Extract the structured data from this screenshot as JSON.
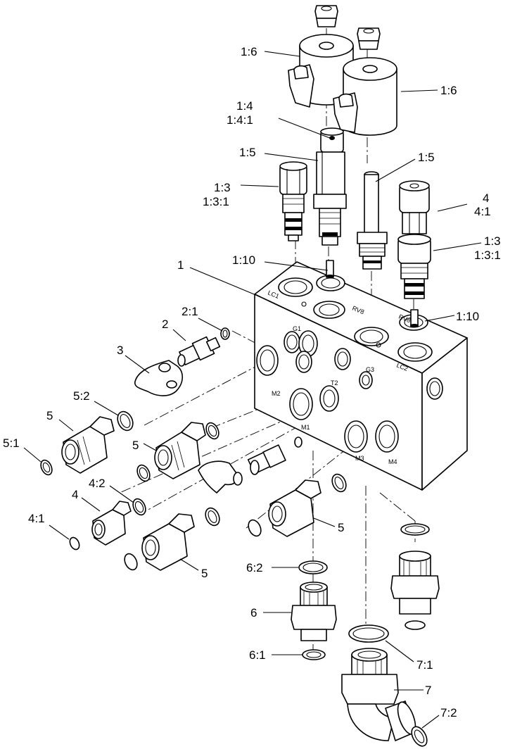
{
  "callouts": {
    "c_1_6_a": "1:6",
    "c_1_6_b": "1:6",
    "c_1_4": "1:4",
    "c_1_4_1": "1:4:1",
    "c_1_5_a": "1:5",
    "c_1_5_b": "1:5",
    "c_1_3_a": "1:3",
    "c_1_3_1_a": "1:3:1",
    "c_4_top": "4",
    "c_4_1_top": "4:1",
    "c_1_3_b": "1:3",
    "c_1_3_1_b": "1:3:1",
    "c_1": "1",
    "c_1_10_a": "1:10",
    "c_1_10_b": "1:10",
    "c_2_1": "2:1",
    "c_2": "2",
    "c_3": "3",
    "c_5_2": "5:2",
    "c_5_a": "5",
    "c_5_1": "5:1",
    "c_5_b": "5",
    "c_4_2": "4:2",
    "c_4_mid": "4",
    "c_4_1_mid": "4:1",
    "c_5_c": "5",
    "c_5_d": "5",
    "c_6_2": "6:2",
    "c_6": "6",
    "c_6_1": "6:1",
    "c_7_1": "7:1",
    "c_7": "7",
    "c_7_2": "7:2"
  },
  "port_labels": {
    "lc1": "LC1",
    "rv8_a": "RV8",
    "rv8_b": "RV8",
    "lc2": "LC2",
    "g1": "G1",
    "g3": "G3",
    "t2": "T2",
    "m1": "M1",
    "m2": "M2",
    "m3": "M3",
    "m4": "M4"
  }
}
